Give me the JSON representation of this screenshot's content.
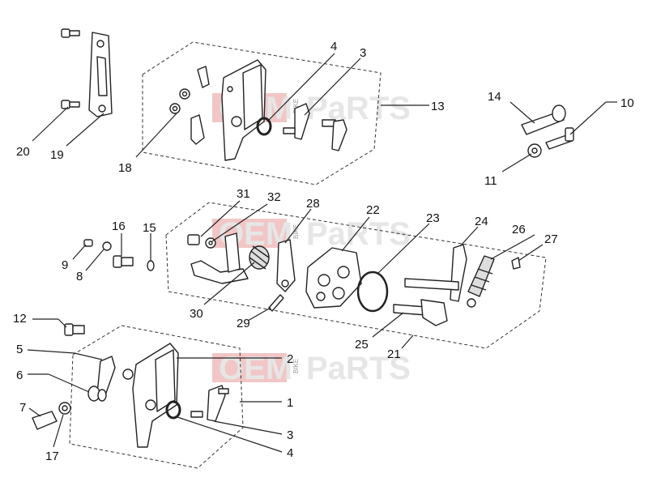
{
  "watermark": {
    "left_word": "OEM",
    "mid_word": "BIKE",
    "right_word": "PaRTS"
  },
  "callouts": [
    {
      "id": "c4_top",
      "label": "4"
    },
    {
      "id": "c3_top",
      "label": "3"
    },
    {
      "id": "c13",
      "label": "13"
    },
    {
      "id": "c14",
      "label": "14"
    },
    {
      "id": "c10",
      "label": "10"
    },
    {
      "id": "c11",
      "label": "11"
    },
    {
      "id": "c20",
      "label": "20"
    },
    {
      "id": "c19",
      "label": "19"
    },
    {
      "id": "c18",
      "label": "18"
    },
    {
      "id": "c31",
      "label": "31"
    },
    {
      "id": "c32",
      "label": "32"
    },
    {
      "id": "c28",
      "label": "28"
    },
    {
      "id": "c22",
      "label": "22"
    },
    {
      "id": "c23",
      "label": "23"
    },
    {
      "id": "c24",
      "label": "24"
    },
    {
      "id": "c26",
      "label": "26"
    },
    {
      "id": "c27",
      "label": "27"
    },
    {
      "id": "c16",
      "label": "16"
    },
    {
      "id": "c15",
      "label": "15"
    },
    {
      "id": "c9",
      "label": "9"
    },
    {
      "id": "c8",
      "label": "8"
    },
    {
      "id": "c30",
      "label": "30"
    },
    {
      "id": "c29",
      "label": "29"
    },
    {
      "id": "c25",
      "label": "25"
    },
    {
      "id": "c21",
      "label": "21"
    },
    {
      "id": "c12",
      "label": "12"
    },
    {
      "id": "c5",
      "label": "5"
    },
    {
      "id": "c6",
      "label": "6"
    },
    {
      "id": "c2",
      "label": "2"
    },
    {
      "id": "c1",
      "label": "1"
    },
    {
      "id": "c7",
      "label": "7"
    },
    {
      "id": "c17",
      "label": "17"
    },
    {
      "id": "c3_bot",
      "label": "3"
    },
    {
      "id": "c4_bot",
      "label": "4"
    }
  ]
}
